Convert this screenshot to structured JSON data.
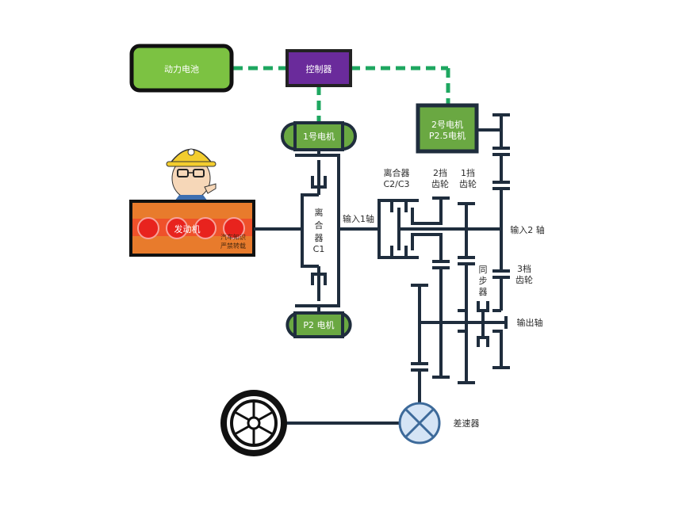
{
  "colors": {
    "battery": "#7cc242",
    "controller": "#6a2b9b",
    "motor": "#6aa842",
    "engine": "#e87b2c",
    "engine_band": "#f04a2a",
    "cylinder": "#e8231e",
    "signal_line": "#1ea760",
    "shaft": "#1f2d3d",
    "differential_fill": "#d5e4f5",
    "differential_stroke": "#3d6a9a"
  },
  "components": {
    "battery": "动力电池",
    "controller": "控制器",
    "motor1": "1号电机",
    "motor2_line1": "2号电机",
    "motor2_line2": "P2.5电机",
    "p2_motor": "P2 电机",
    "engine": "发动机",
    "watermark_line1": "汽车知识",
    "watermark_line2": "严禁转载",
    "differential": "差速器"
  },
  "labels": {
    "clutch_c1": [
      "离",
      "合",
      "器",
      "C1"
    ],
    "input1": "输入1轴",
    "clutch_c2c3_line1": "离合器",
    "clutch_c2c3_line2": "C2/C3",
    "gear2_line1": "2挡",
    "gear2_line2": "齿轮",
    "gear1_line1": "1挡",
    "gear1_line2": "齿轮",
    "input2": "输入2 轴",
    "gear3_line1": "3档",
    "gear3_line2": "齿轮",
    "synchronizer": [
      "同",
      "步",
      "器"
    ],
    "output_shaft": "输出轴"
  }
}
